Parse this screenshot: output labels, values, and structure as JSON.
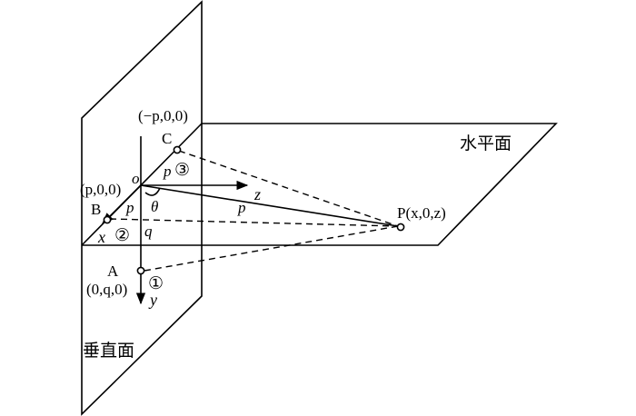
{
  "planes": {
    "horizontal": "水平面",
    "vertical": "垂直面"
  },
  "axes": {
    "origin": "o",
    "x": "x",
    "y": "y",
    "z": "z"
  },
  "points": {
    "A": {
      "name": "A",
      "coord": "(0,q,0)",
      "tag": "①"
    },
    "B": {
      "name": "B",
      "coord": "(p,0,0)",
      "tag": "②"
    },
    "C": {
      "name": "C",
      "coord": "(−p,0,0)",
      "tag": "③"
    },
    "P": {
      "coord": "P(x,0,z)"
    }
  },
  "segment_labels": {
    "p_oC": "p",
    "p_oB": "p",
    "p_oP": "p",
    "q_oA": "q",
    "angle": "θ"
  },
  "colors": {
    "stroke": "#000000",
    "background": "#ffffff"
  }
}
